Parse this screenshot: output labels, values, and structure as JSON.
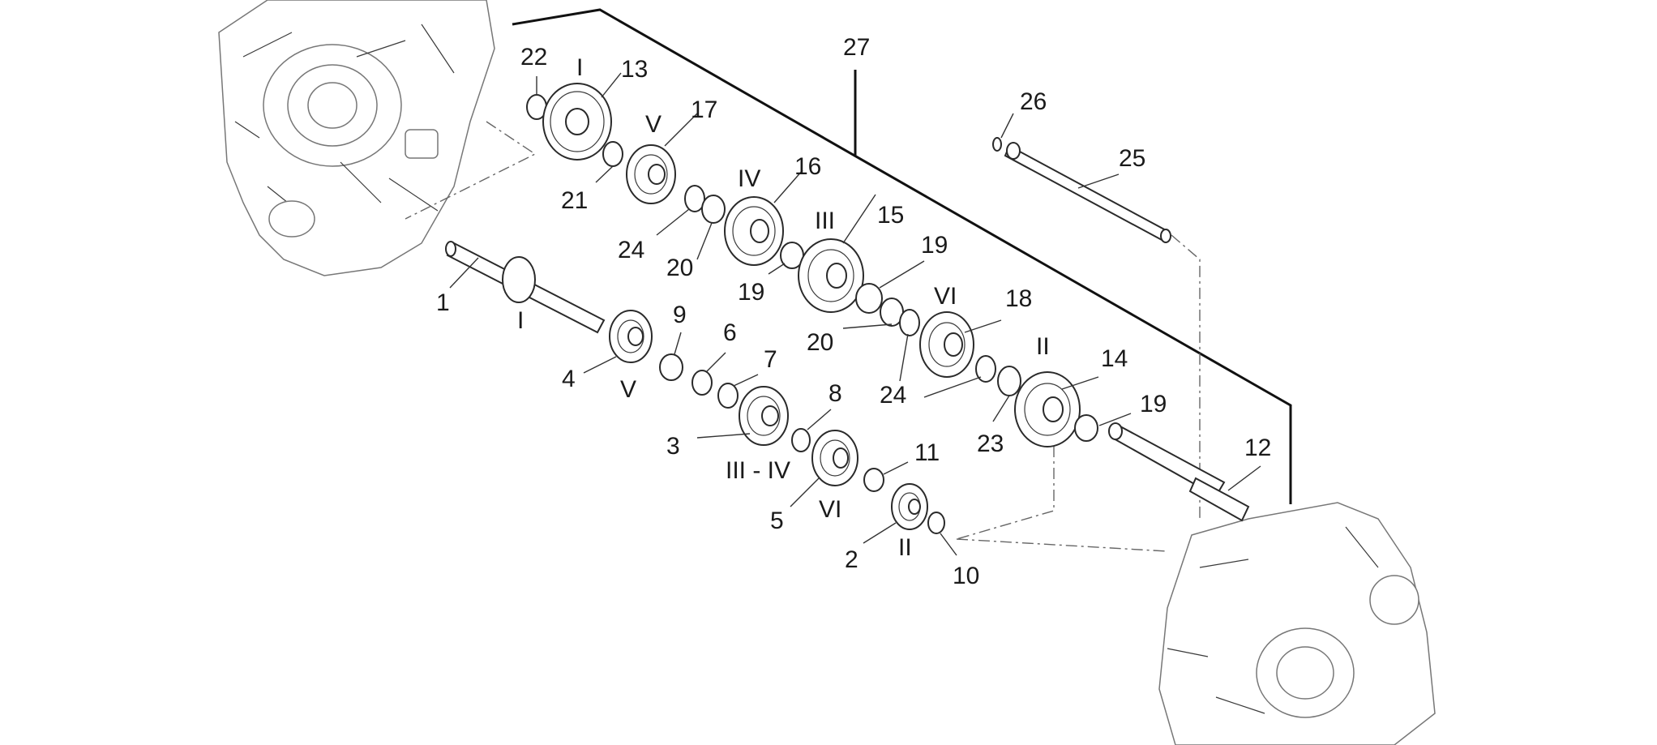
{
  "diagram": {
    "labels": {
      "n1": "1",
      "n2": "2",
      "n3": "3",
      "n4": "4",
      "n5": "5",
      "n6": "6",
      "n7": "7",
      "n8": "8",
      "n9": "9",
      "n10": "10",
      "n11": "11",
      "n12": "12",
      "n13": "13",
      "n14": "14",
      "n15": "15",
      "n16": "16",
      "n17": "17",
      "n18": "18",
      "n19a": "19",
      "n19b": "19",
      "n19c": "19",
      "n20a": "20",
      "n20b": "20",
      "n21": "21",
      "n22": "22",
      "n23": "23",
      "n24a": "24",
      "n24b": "24",
      "n25": "25",
      "n26": "26",
      "n27": "27"
    },
    "gear_ratios": {
      "r_I_top": "I",
      "r_V_top": "V",
      "r_IV": "IV",
      "r_III": "III",
      "r_VI_top": "VI",
      "r_II_top": "II",
      "r_I_bottom": "I",
      "r_V_bottom": "V",
      "r_III_IV": "III - IV",
      "r_VI_bottom": "VI",
      "r_II_bottom": "II"
    }
  }
}
